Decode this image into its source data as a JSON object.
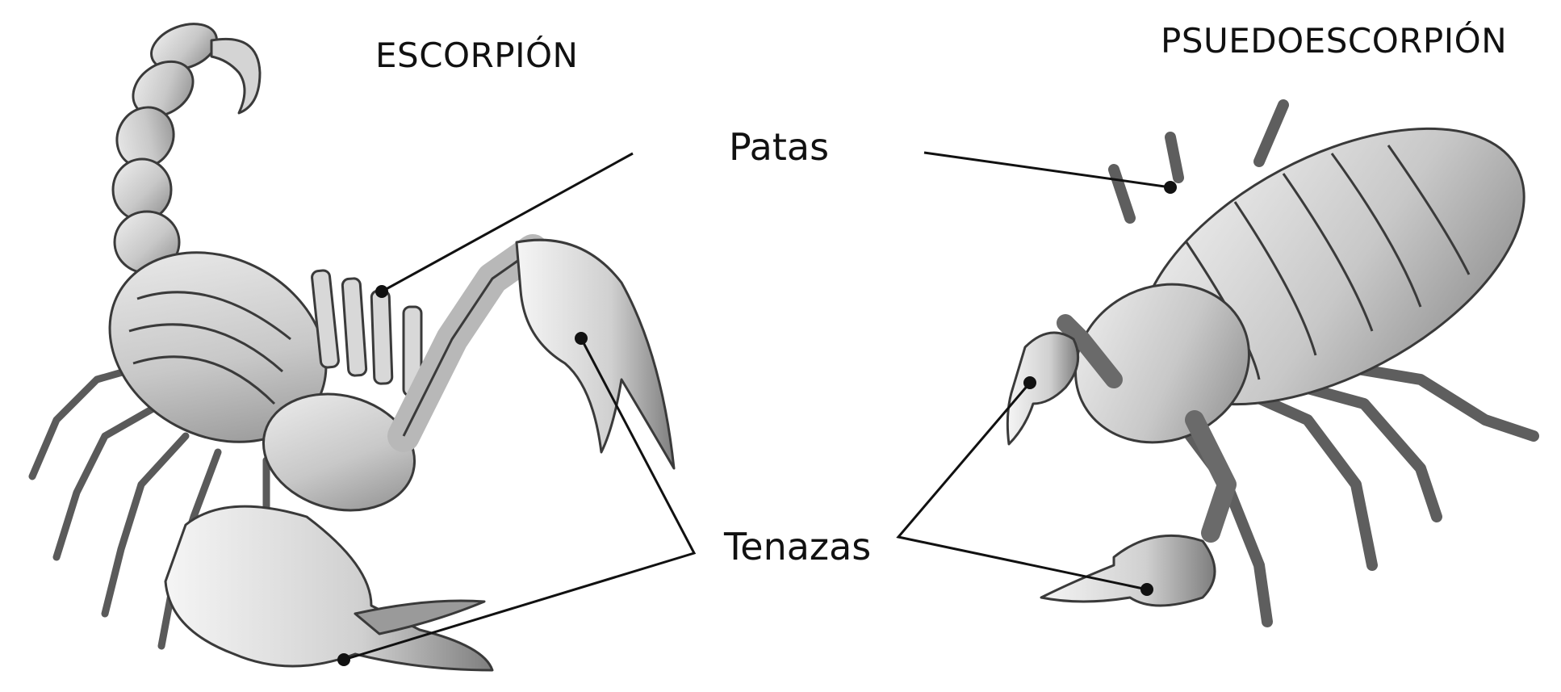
{
  "titles": {
    "left": "ESCORPIÓN",
    "right": "PSUEDOESCORPIÓN"
  },
  "labels": {
    "legs": "Patas",
    "pincers": "Tenazas"
  },
  "colors": {
    "ink": "#111111",
    "sketch_stroke": "#3a3a3a",
    "sketch_fill_light": "#e4e4e4",
    "sketch_fill_mid": "#c9c9c9",
    "sketch_fill_dark": "#8e8e8e"
  }
}
